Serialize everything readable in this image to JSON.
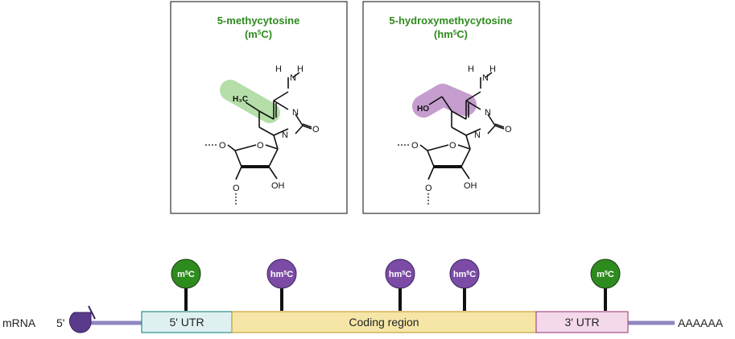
{
  "panels": [
    {
      "name": "m5c-panel",
      "title_line1": "5-methycytosine",
      "title_line2_prefix": "(m",
      "title_line2_sup": "5",
      "title_line2_suffix": "C)",
      "substituent": "H₃C",
      "highlight_color": "#a8d89a"
    },
    {
      "name": "hm5c-panel",
      "title_line1": "5-hydroxymethycytosine",
      "title_line2_prefix": "(hm",
      "title_line2_sup": "5",
      "title_line2_suffix": "C)",
      "substituent": "HO",
      "highlight_color": "#b784c2"
    }
  ],
  "atoms": {
    "n": "N",
    "h": "H",
    "o": "O",
    "oh": "OH"
  },
  "mrna": {
    "label": "mRNA",
    "five_prime": "5'",
    "poly_a": "AAAAAA",
    "regions": [
      {
        "label": "5' UTR",
        "fill": "#dff0f0",
        "stroke": "#2a8c8c"
      },
      {
        "label": "Coding region",
        "fill": "#f5e6a8",
        "stroke": "#c9a23a"
      },
      {
        "label": "3' UTR",
        "fill": "#f3d9ea",
        "stroke": "#a8508a"
      }
    ],
    "cap_color": "#5a3a8a",
    "strand_color": "#8f87c2"
  },
  "modifications": [
    {
      "base": "m",
      "sup": "5",
      "suffix": "C",
      "color": "#2e8b1e"
    },
    {
      "base": "hm",
      "sup": "5",
      "suffix": "C",
      "color": "#7b4ba5"
    },
    {
      "base": "hm",
      "sup": "5",
      "suffix": "C",
      "color": "#7b4ba5"
    },
    {
      "base": "hm",
      "sup": "5",
      "suffix": "C",
      "color": "#7b4ba5"
    },
    {
      "base": "m",
      "sup": "5",
      "suffix": "C",
      "color": "#2e8b1e"
    }
  ]
}
